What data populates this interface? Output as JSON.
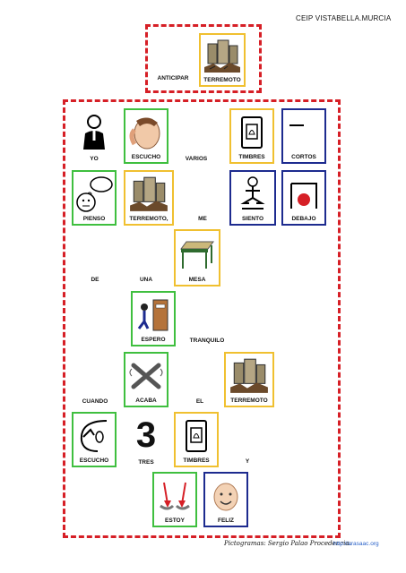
{
  "header": {
    "school": "CEIP  VISTABELLA.MURCIA"
  },
  "anticipar": {
    "label": "ANTICIPAR",
    "card": {
      "label": "TERREMOTO",
      "icon": "earthquake-icon"
    }
  },
  "rows": [
    {
      "cards": [
        {
          "label": "YO",
          "icon": "person-pointing-self-icon",
          "border": "none"
        },
        {
          "label": "ESCUCHO",
          "icon": "listening-ear-icon",
          "border": "green"
        },
        {
          "label": "VARIOS",
          "icon": "",
          "border": "none"
        },
        {
          "label": "TIMBRES",
          "icon": "bell-button-icon",
          "border": "yellow"
        },
        {
          "label": "CORTOS",
          "icon": "short-line-icon",
          "border": "navy"
        }
      ]
    },
    {
      "cards": [
        {
          "label": "PIENSO",
          "icon": "thinking-face-icon",
          "border": "green"
        },
        {
          "label": "TERREMOTO,",
          "icon": "earthquake-icon",
          "border": "yellow"
        },
        {
          "label": "ME",
          "icon": "",
          "border": "none"
        },
        {
          "label": "SIENTO",
          "icon": "sitting-person-icon",
          "border": "navy"
        },
        {
          "label": "DEBAJO",
          "icon": "below-icon",
          "border": "navy"
        }
      ]
    },
    {
      "cards": [
        {
          "label": "MESA",
          "icon": "table-icon",
          "border": "yellow"
        }
      ],
      "words": [
        "DE",
        "UNA"
      ]
    },
    {
      "cards": [
        {
          "label": "ESPERO",
          "icon": "waiting-at-door-icon",
          "border": "green"
        }
      ],
      "words": [
        "TRANQUILO"
      ]
    },
    {
      "cards": [
        {
          "label": "ACABA",
          "icon": "finish-arms-crossed-icon",
          "border": "green"
        },
        {
          "label": "TERREMOTO",
          "icon": "earthquake-icon",
          "border": "yellow"
        }
      ],
      "words": [
        "CUANDO",
        "EL"
      ]
    },
    {
      "cards": [
        {
          "label": "ESCUCHO",
          "icon": "listening-ear-icon",
          "border": "green"
        },
        {
          "label": "TRES",
          "icon": "number-three",
          "border": "none"
        },
        {
          "label": "TIMBRES",
          "icon": "bell-button-icon",
          "border": "yellow"
        }
      ],
      "words": [
        "Y"
      ],
      "number": "3"
    },
    {
      "cards": [
        {
          "label": "ESTOY",
          "icon": "hands-pointing-down-icon",
          "border": "green"
        },
        {
          "label": "FELIZ",
          "icon": "happy-face-icon",
          "border": "navy"
        }
      ]
    }
  ],
  "footer": {
    "credit": "Pictogramas: Sergio Palao Procedencia:",
    "url": "http://arasaac.org"
  },
  "colors": {
    "dash": "#d61f26",
    "green": "#3fbf3f",
    "yellow": "#f0c030",
    "navy": "#1d2b8f"
  }
}
